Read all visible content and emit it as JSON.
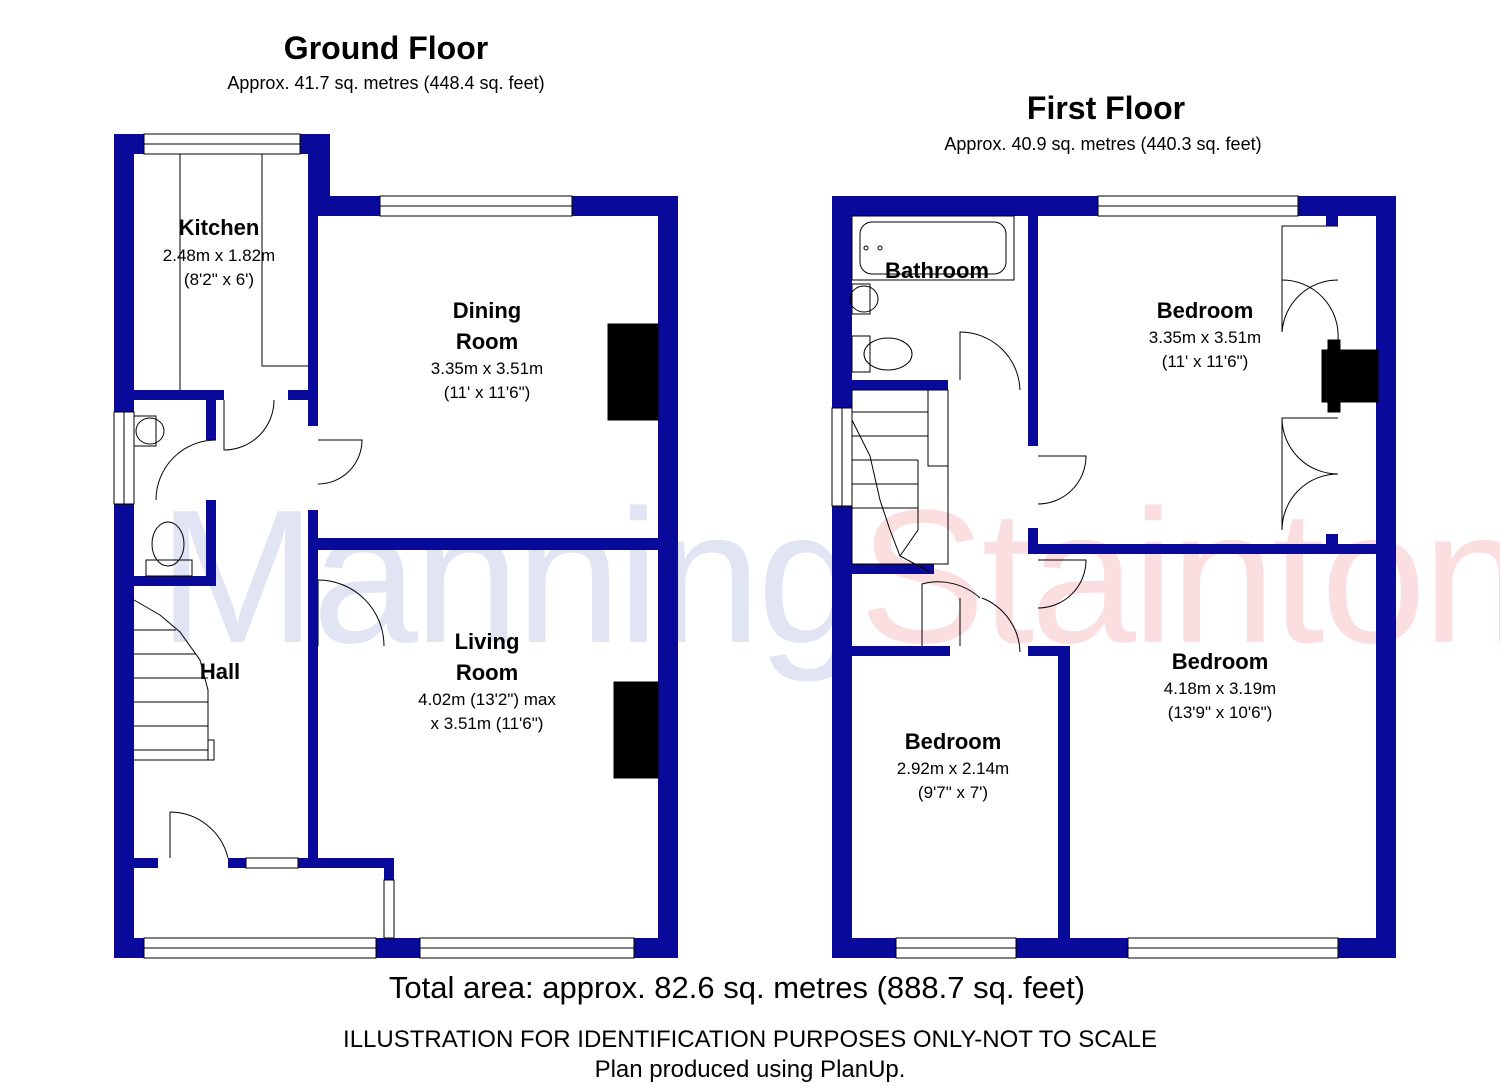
{
  "watermark": {
    "part1": "Manning",
    "part2": "Stainton",
    "color1": "#1f3aa8",
    "color2": "#e3141b"
  },
  "colors": {
    "wall": "#0a0a9a",
    "fixture": "#000000"
  },
  "ground_floor": {
    "title": "Ground Floor",
    "area": "Approx. 41.7 sq. metres (448.4 sq. feet)",
    "rooms": {
      "kitchen": {
        "name": "Kitchen",
        "dim1": "2.48m x 1.82m",
        "dim2": "(8'2\" x 6')"
      },
      "dining": {
        "name1": "Dining",
        "name2": "Room",
        "dim1": "3.35m x 3.51m",
        "dim2": "(11' x 11'6\")"
      },
      "living": {
        "name1": "Living",
        "name2": "Room",
        "dim1": "4.02m (13'2\") max",
        "dim2": "x 3.51m (11'6\")"
      },
      "hall": {
        "name": "Hall"
      }
    }
  },
  "first_floor": {
    "title": "First Floor",
    "area": "Approx. 40.9 sq. metres (440.3 sq. feet)",
    "rooms": {
      "bathroom": {
        "name": "Bathroom"
      },
      "bedroom1": {
        "name": "Bedroom",
        "dim1": "3.35m x 3.51m",
        "dim2": "(11' x 11'6\")"
      },
      "bedroom2": {
        "name": "Bedroom",
        "dim1": "4.18m x 3.19m",
        "dim2": "(13'9\" x 10'6\")"
      },
      "bedroom3": {
        "name": "Bedroom",
        "dim1": "2.92m x 2.14m",
        "dim2": "(9'7\" x 7')"
      }
    }
  },
  "footer": {
    "total": "Total area: approx. 82.6 sq. metres (888.7 sq. feet)",
    "disclaimer": "ILLUSTRATION FOR IDENTIFICATION PURPOSES ONLY-NOT TO SCALE",
    "credit": "Plan produced using PlanUp."
  }
}
